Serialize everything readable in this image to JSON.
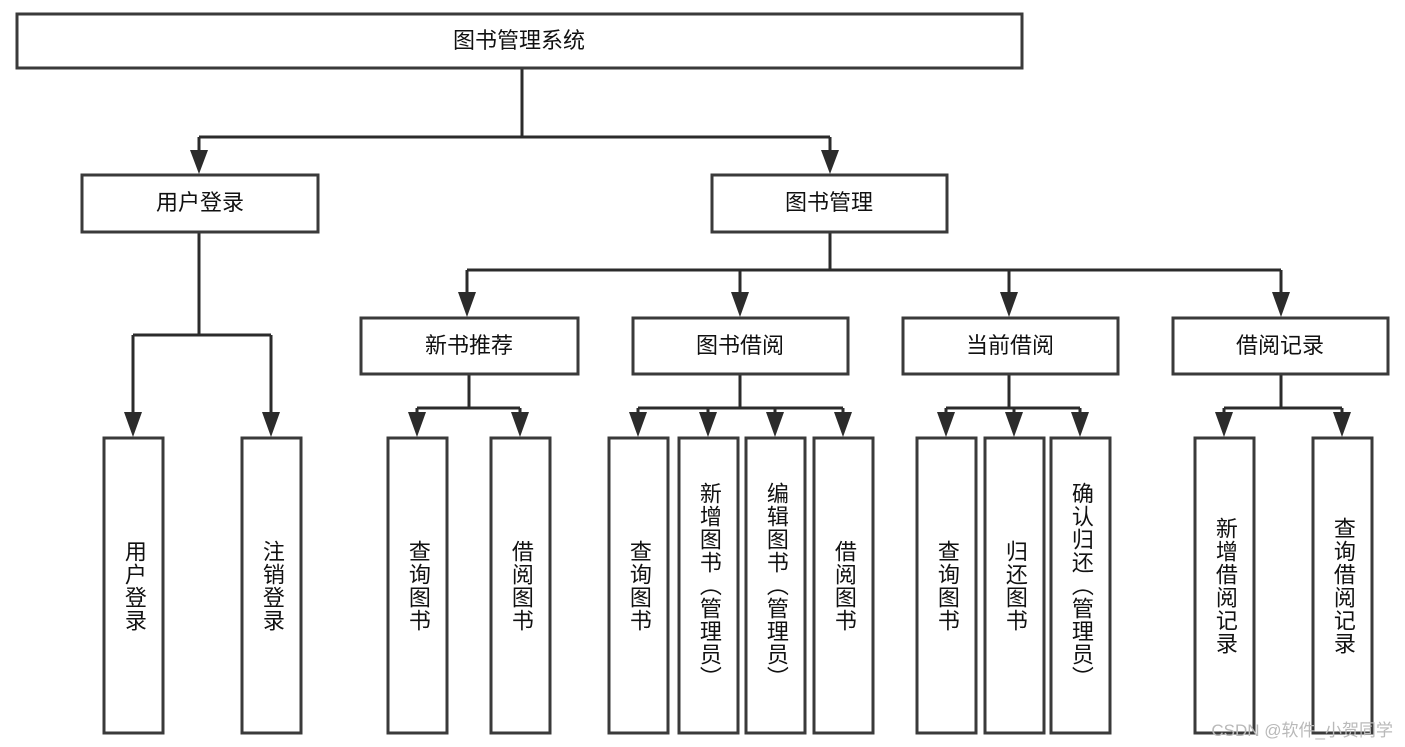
{
  "diagram": {
    "title": "图书管理系统",
    "type": "tree-hierarchy-diagram",
    "colors": {
      "box_stroke": "#3a3a3a",
      "connector": "#2b2b2b",
      "box_fill": "#ffffff",
      "text": "#111111",
      "watermark": "#b9b9b9",
      "background": "#ffffff"
    },
    "root": {
      "label": "图书管理系统"
    },
    "level2": [
      {
        "label": "用户登录"
      },
      {
        "label": "图书管理"
      }
    ],
    "level3": [
      {
        "label": "新书推荐"
      },
      {
        "label": "图书借阅"
      },
      {
        "label": "当前借阅"
      },
      {
        "label": "借阅记录"
      }
    ],
    "leaves": {
      "user_login": [
        {
          "label": "用户登录"
        },
        {
          "label": "注销登录"
        }
      ],
      "new_book_recommend": [
        {
          "label": "查询图书"
        },
        {
          "label": "借阅图书"
        }
      ],
      "book_borrow": [
        {
          "label": "查询图书"
        },
        {
          "label": "新增图书（管理员）"
        },
        {
          "label": "编辑图书（管理员）"
        },
        {
          "label": "借阅图书"
        }
      ],
      "current_borrow": [
        {
          "label": "查询图书"
        },
        {
          "label": "归还图书"
        },
        {
          "label": "确认归还（管理员）"
        }
      ],
      "borrow_record": [
        {
          "label": "新增借阅记录"
        },
        {
          "label": "查询借阅记录"
        }
      ]
    }
  },
  "watermark": {
    "text": "CSDN @软件_小贺同学"
  }
}
